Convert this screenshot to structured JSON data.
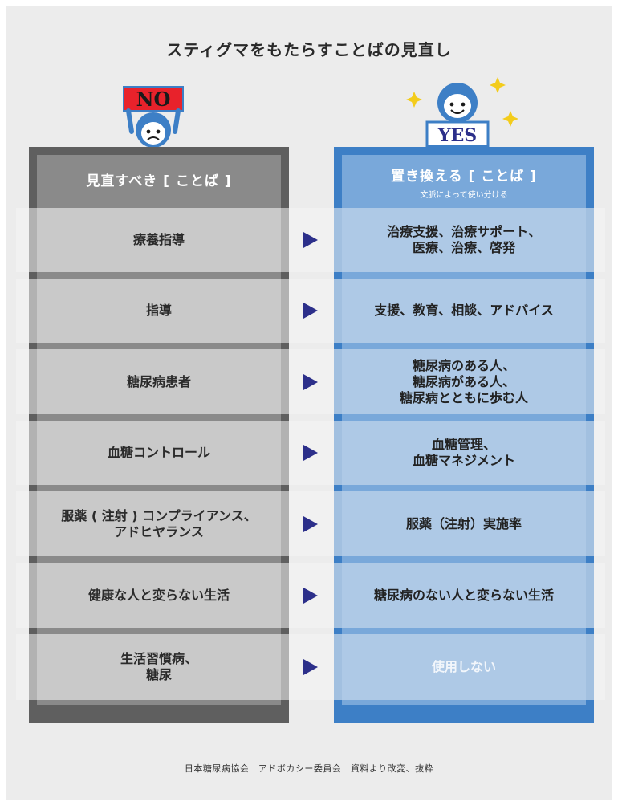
{
  "title": "スティグマをもたらすことばの見直し",
  "left_header": {
    "main": "見直すべき [ ことば ]"
  },
  "right_header": {
    "main": "置き換える [ ことば ]",
    "sub": "文脈によって使い分ける"
  },
  "no_sign": "NO",
  "yes_sign": "YES",
  "rows": [
    {
      "old": "療養指導",
      "new": "治療支援、治療サポート、\n医療、治療、啓発"
    },
    {
      "old": "指導",
      "new": "支援、教育、相談、アドバイス"
    },
    {
      "old": "糖尿病患者",
      "new": "糖尿病のある人、\n糖尿病がある人、\n糖尿病とともに歩む人"
    },
    {
      "old": "血糖コントロール",
      "new": "血糖管理、\n血糖マネジメント"
    },
    {
      "old": "服薬 ( 注射 ) コンプライアンス、\nアドヒヤランス",
      "new": "服薬（注射）実施率"
    },
    {
      "old": "健康な人と変らない生活",
      "new": "糖尿病のない人と変らない生活"
    },
    {
      "old": "生活習慣病、\n糖尿",
      "new": "使用しない"
    }
  ],
  "footer": "日本糖尿病協会　アドボカシー委員会　資料より改変、抜粋",
  "colors": {
    "left_frame": "#5f5f5f",
    "right_frame": "#3d7fc6",
    "arrow": "#2c2f8a",
    "no_sign": "#e8222b",
    "mascot_blue": "#3d7fc6",
    "star": "#f3cc1c"
  }
}
